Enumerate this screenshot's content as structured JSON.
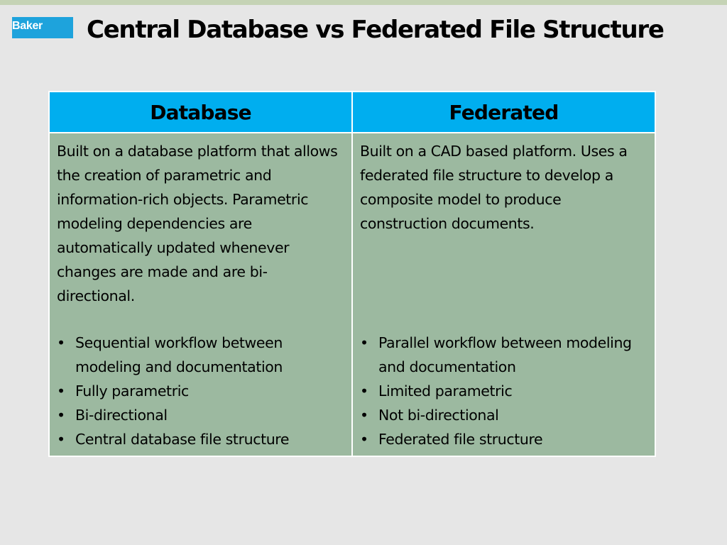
{
  "logo": {
    "text": "Baker"
  },
  "title": "Central Database vs Federated File Structure",
  "table": {
    "headers": [
      "Database",
      "Federated"
    ],
    "columns": [
      {
        "description": "Built on a database platform that allows the creation of parametric and information-rich objects. Parametric modeling dependencies are automatically updated whenever changes are made and are bi-directional.",
        "points": [
          "Sequential workflow between modeling and documentation",
          "Fully parametric",
          "Bi-directional",
          "Central database file structure"
        ]
      },
      {
        "description": "Built on a CAD based platform. Uses a federated file structure to develop a composite model to produce construction documents.",
        "points": [
          "Parallel workflow between modeling and documentation",
          "Limited parametric",
          "Not bi-directional",
          "Federated file structure"
        ]
      }
    ]
  },
  "colors": {
    "header_bg": "#00aeef",
    "body_bg": "#9cb9a0",
    "slide_bg": "#e6e6e6",
    "logo_bg": "#1ea3dc",
    "top_bar": "#c5d3b5"
  }
}
